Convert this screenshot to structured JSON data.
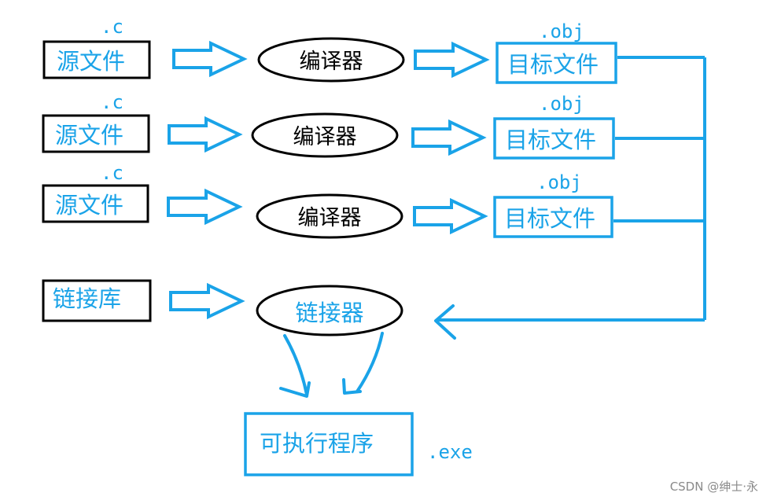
{
  "colors": {
    "blue": "#1aa3e8",
    "black": "#000000",
    "watermark": "#8a8a8a"
  },
  "rows": [
    {
      "ext_in": ".c",
      "source": "源文件",
      "compiler": "编译器",
      "ext_out": ".obj",
      "object": "目标文件"
    },
    {
      "ext_in": ".c",
      "source": "源文件",
      "compiler": "编译器",
      "ext_out": ".obj",
      "object": "目标文件"
    },
    {
      "ext_in": ".c",
      "source": "源文件",
      "compiler": "编译器",
      "ext_out": ".obj",
      "object": "目标文件"
    }
  ],
  "library": "链接库",
  "linker": "链接器",
  "executable": "可执行程序",
  "exe_ext": ".exe",
  "watermark": "CSDN @绅士·永"
}
